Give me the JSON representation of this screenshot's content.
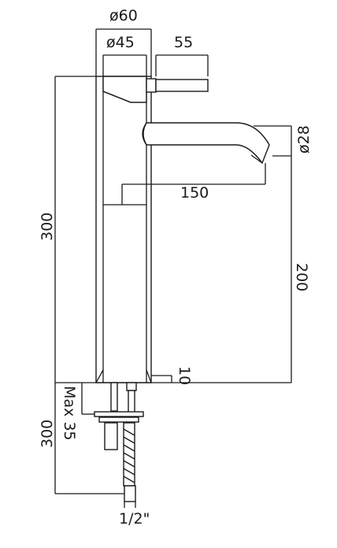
{
  "drawing": {
    "dimensions": {
      "body_diameter": "ø60",
      "handle_diameter": "ø45",
      "lever_length": "55",
      "spout_diameter": "ø28",
      "spout_reach": "150",
      "overall_height": "300",
      "spout_height": "200",
      "base_thickness": "10",
      "max_deck": "Max 35",
      "hose_length": "300",
      "connection": "1/2\""
    }
  }
}
